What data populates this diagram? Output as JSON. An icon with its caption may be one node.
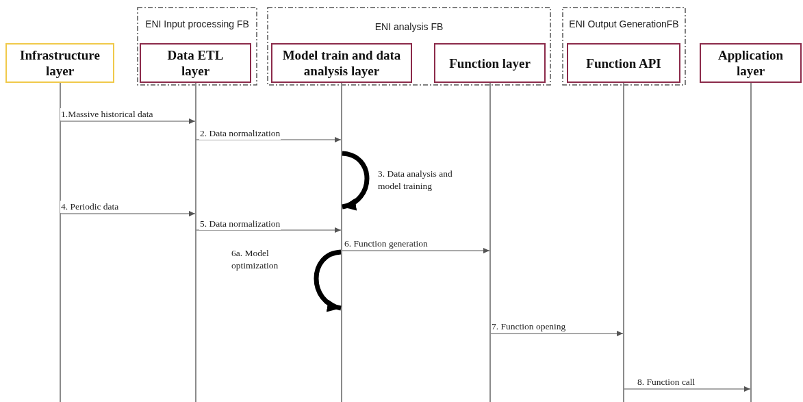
{
  "diagram": {
    "nodes": [
      {
        "text": [
          "Infrastructure layer"
        ]
      },
      {
        "text": [
          "ENI Input processing FB"
        ]
      },
      {
        "text": [
          "Data ETL layer"
        ],
        "in": 1
      },
      {
        "text": [
          "ENI analysis FB"
        ]
      },
      {
        "text": [
          "Model train and data analysis layer"
        ],
        "in": 3
      },
      {
        "text": [
          "Function layer"
        ],
        "in": 3
      },
      {
        "text": [
          "ENI Output GenerationFB"
        ]
      },
      {
        "text": [
          "Function API"
        ],
        "in": 6
      },
      {
        "text": [
          "Application layer"
        ]
      },
      {
        "text": [],
        "shape": "line"
      },
      {
        "text": [],
        "shape": "line"
      },
      {
        "text": [],
        "shape": "line"
      },
      {
        "text": [],
        "shape": "line"
      },
      {
        "text": [],
        "shape": "line"
      },
      {
        "text": [],
        "shape": "line"
      }
    ],
    "edges": [
      {
        "from": 9,
        "to": 10,
        "arrow": "to",
        "label": "1.Massive historical data"
      },
      {
        "from": 10,
        "to": 11,
        "arrow": "to",
        "label": "2. Data normalization"
      },
      {
        "from": 11,
        "to": 11,
        "arrow": "to",
        "label": "3. Data analysis and model training",
        "style": "thick"
      },
      {
        "from": 9,
        "to": 10,
        "arrow": "to",
        "label": "4. Periodic data"
      },
      {
        "from": 10,
        "to": 11,
        "arrow": "to",
        "label": "5. Data normalization"
      },
      {
        "from": 11,
        "to": 12,
        "arrow": "to",
        "label": "6. Function generation"
      },
      {
        "from": 11,
        "to": 11,
        "arrow": "to",
        "label": "6a. Model optimization",
        "style": "thick"
      },
      {
        "from": 12,
        "to": 13,
        "arrow": "to",
        "label": "7. Function opening"
      },
      {
        "from": 13,
        "to": 14,
        "arrow": "to",
        "label": "8. Function call"
      }
    ]
  }
}
